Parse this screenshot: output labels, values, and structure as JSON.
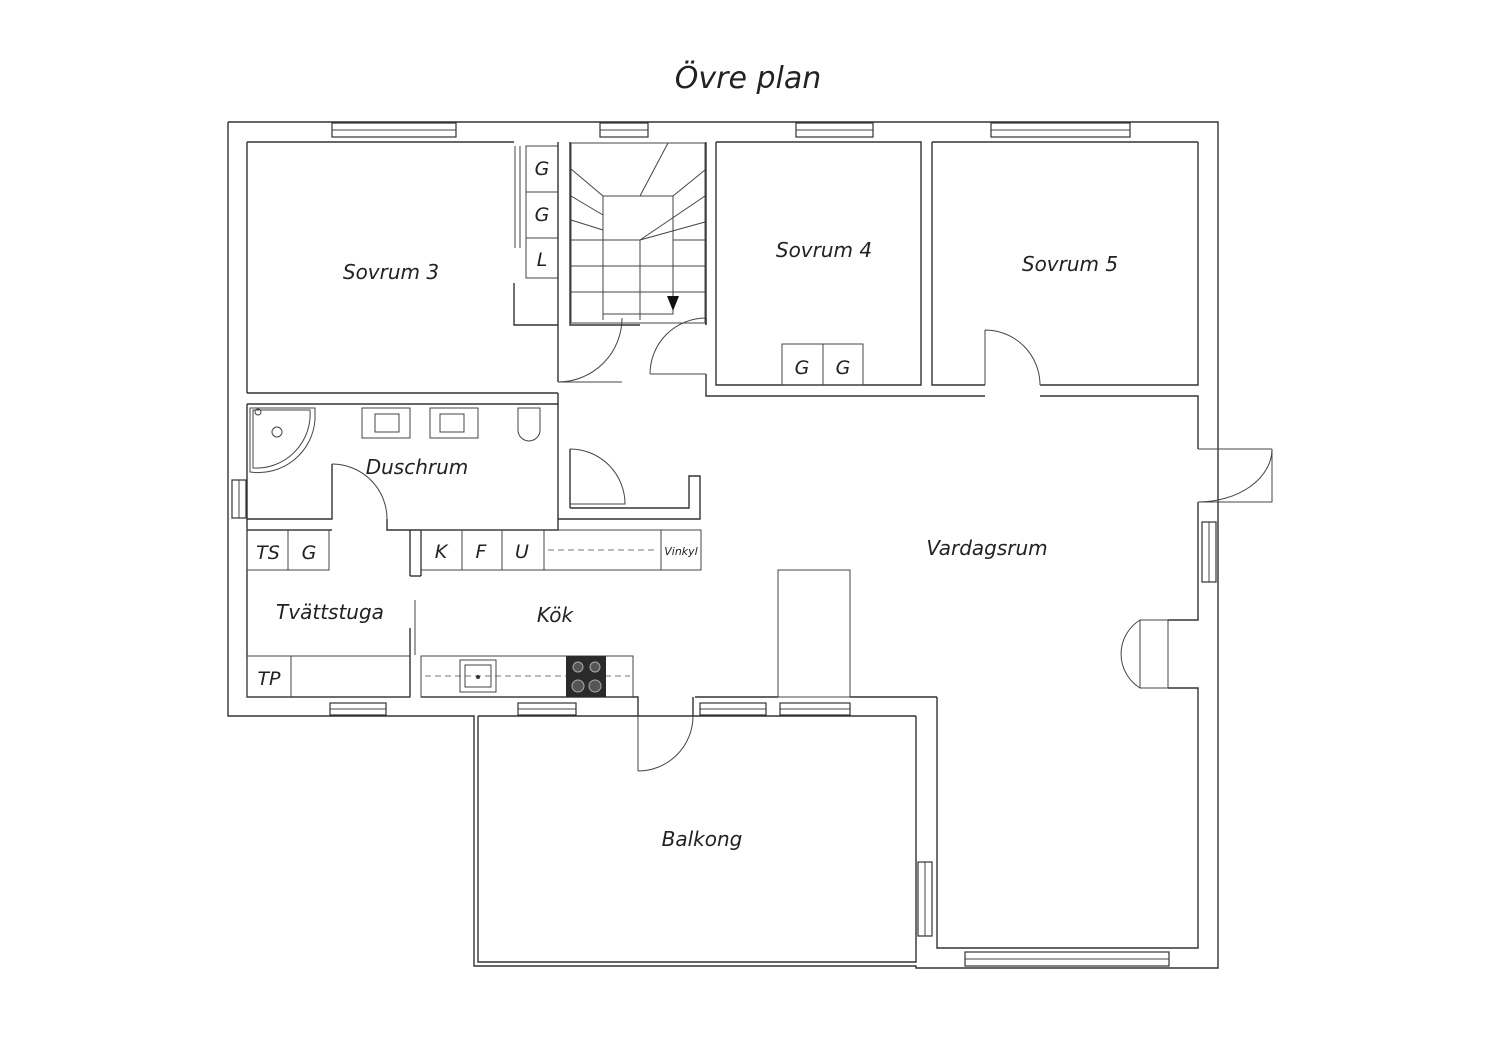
{
  "title": "Övre plan",
  "rooms": {
    "sovrum3": "Sovrum 3",
    "sovrum4": "Sovrum 4",
    "sovrum5": "Sovrum 5",
    "duschrum": "Duschrum",
    "vardagsrum": "Vardagsrum",
    "tvattstuga": "Tvättstuga",
    "kok": "Kök",
    "balkong": "Balkong"
  },
  "closets": {
    "g1": "G",
    "g2": "G",
    "l": "L",
    "g4a": "G",
    "g4b": "G",
    "ts": "TS",
    "g_tv": "G",
    "tp": "TP",
    "k": "K",
    "f": "F",
    "u": "U",
    "vinkyl": "Vinkyl"
  }
}
